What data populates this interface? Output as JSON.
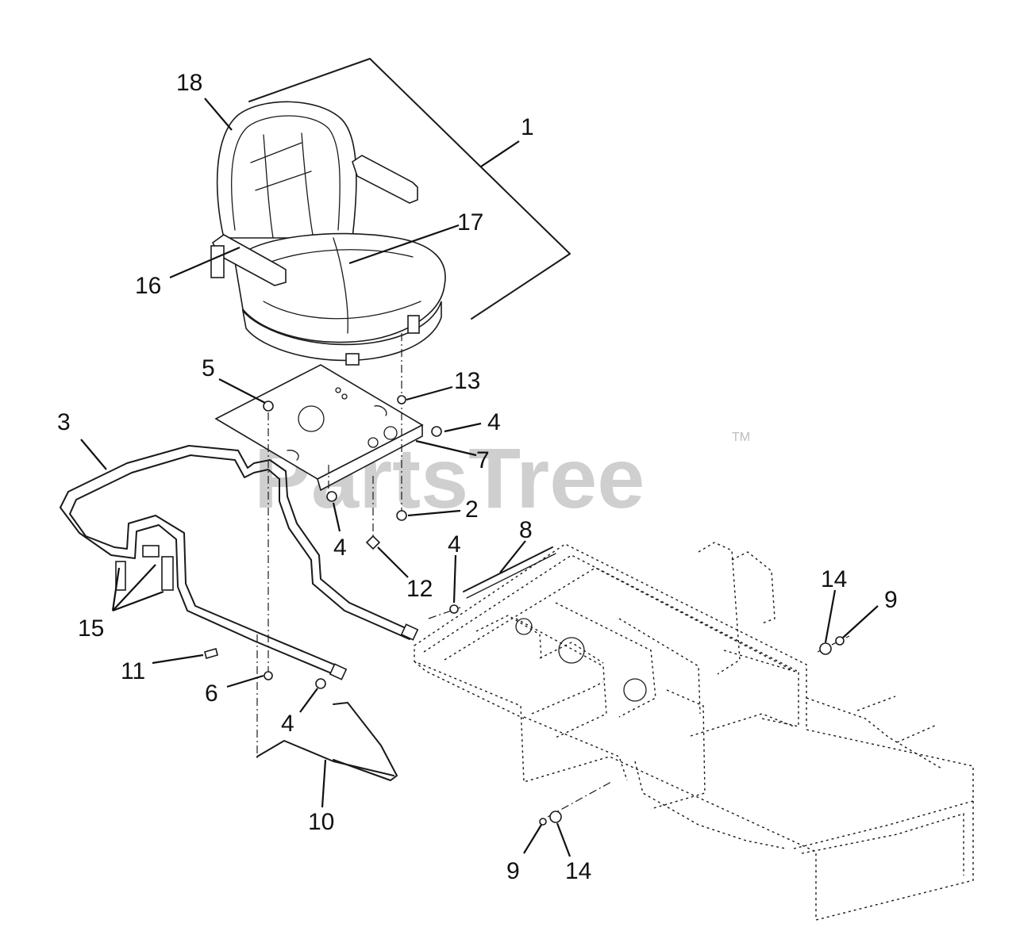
{
  "watermark": {
    "text": "PartsTree",
    "trademark": "TM"
  },
  "callouts": [
    {
      "id": "c18",
      "label": "18"
    },
    {
      "id": "c1",
      "label": "1"
    },
    {
      "id": "c17",
      "label": "17"
    },
    {
      "id": "c16",
      "label": "16"
    },
    {
      "id": "c5",
      "label": "5"
    },
    {
      "id": "c13",
      "label": "13"
    },
    {
      "id": "c3",
      "label": "3"
    },
    {
      "id": "c4a",
      "label": "4"
    },
    {
      "id": "c7",
      "label": "7"
    },
    {
      "id": "c2",
      "label": "2"
    },
    {
      "id": "c4b",
      "label": "4"
    },
    {
      "id": "c8",
      "label": "8"
    },
    {
      "id": "c4c",
      "label": "4"
    },
    {
      "id": "c12",
      "label": "12"
    },
    {
      "id": "c15",
      "label": "15"
    },
    {
      "id": "c14a",
      "label": "14"
    },
    {
      "id": "c9a",
      "label": "9"
    },
    {
      "id": "c11",
      "label": "11"
    },
    {
      "id": "c6",
      "label": "6"
    },
    {
      "id": "c4d",
      "label": "4"
    },
    {
      "id": "c10",
      "label": "10"
    },
    {
      "id": "c9b",
      "label": "9"
    },
    {
      "id": "c14b",
      "label": "14"
    }
  ]
}
